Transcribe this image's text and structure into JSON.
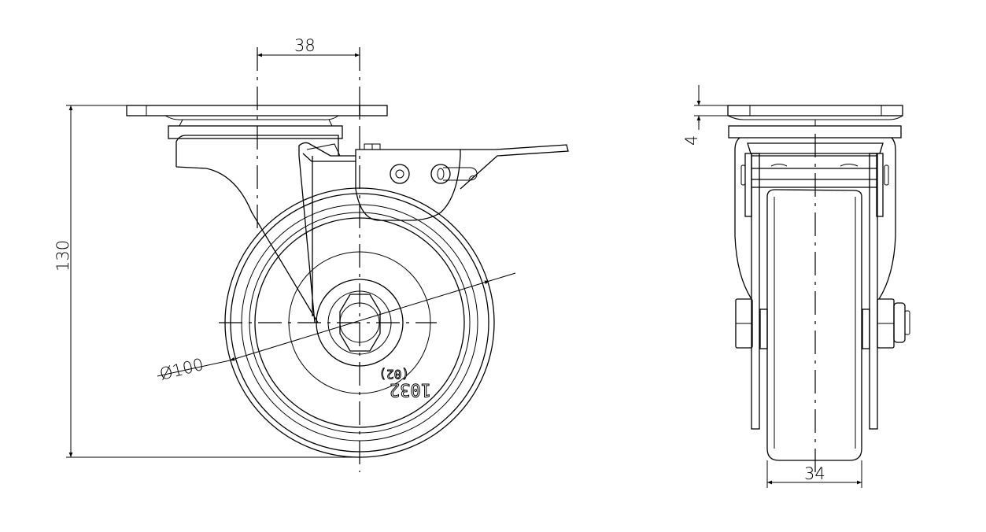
{
  "title": "Swivel castor with brake - technical drawing",
  "dimensions": {
    "plate_offset": "38",
    "overall_height": "130",
    "wheel_diameter": "Ø100",
    "plate_thickness": "4",
    "wheel_width": "34"
  },
  "wheel_marking": {
    "code": "1032",
    "sub": "(02)"
  },
  "colors": {
    "line": "#000000",
    "background": "#ffffff"
  }
}
